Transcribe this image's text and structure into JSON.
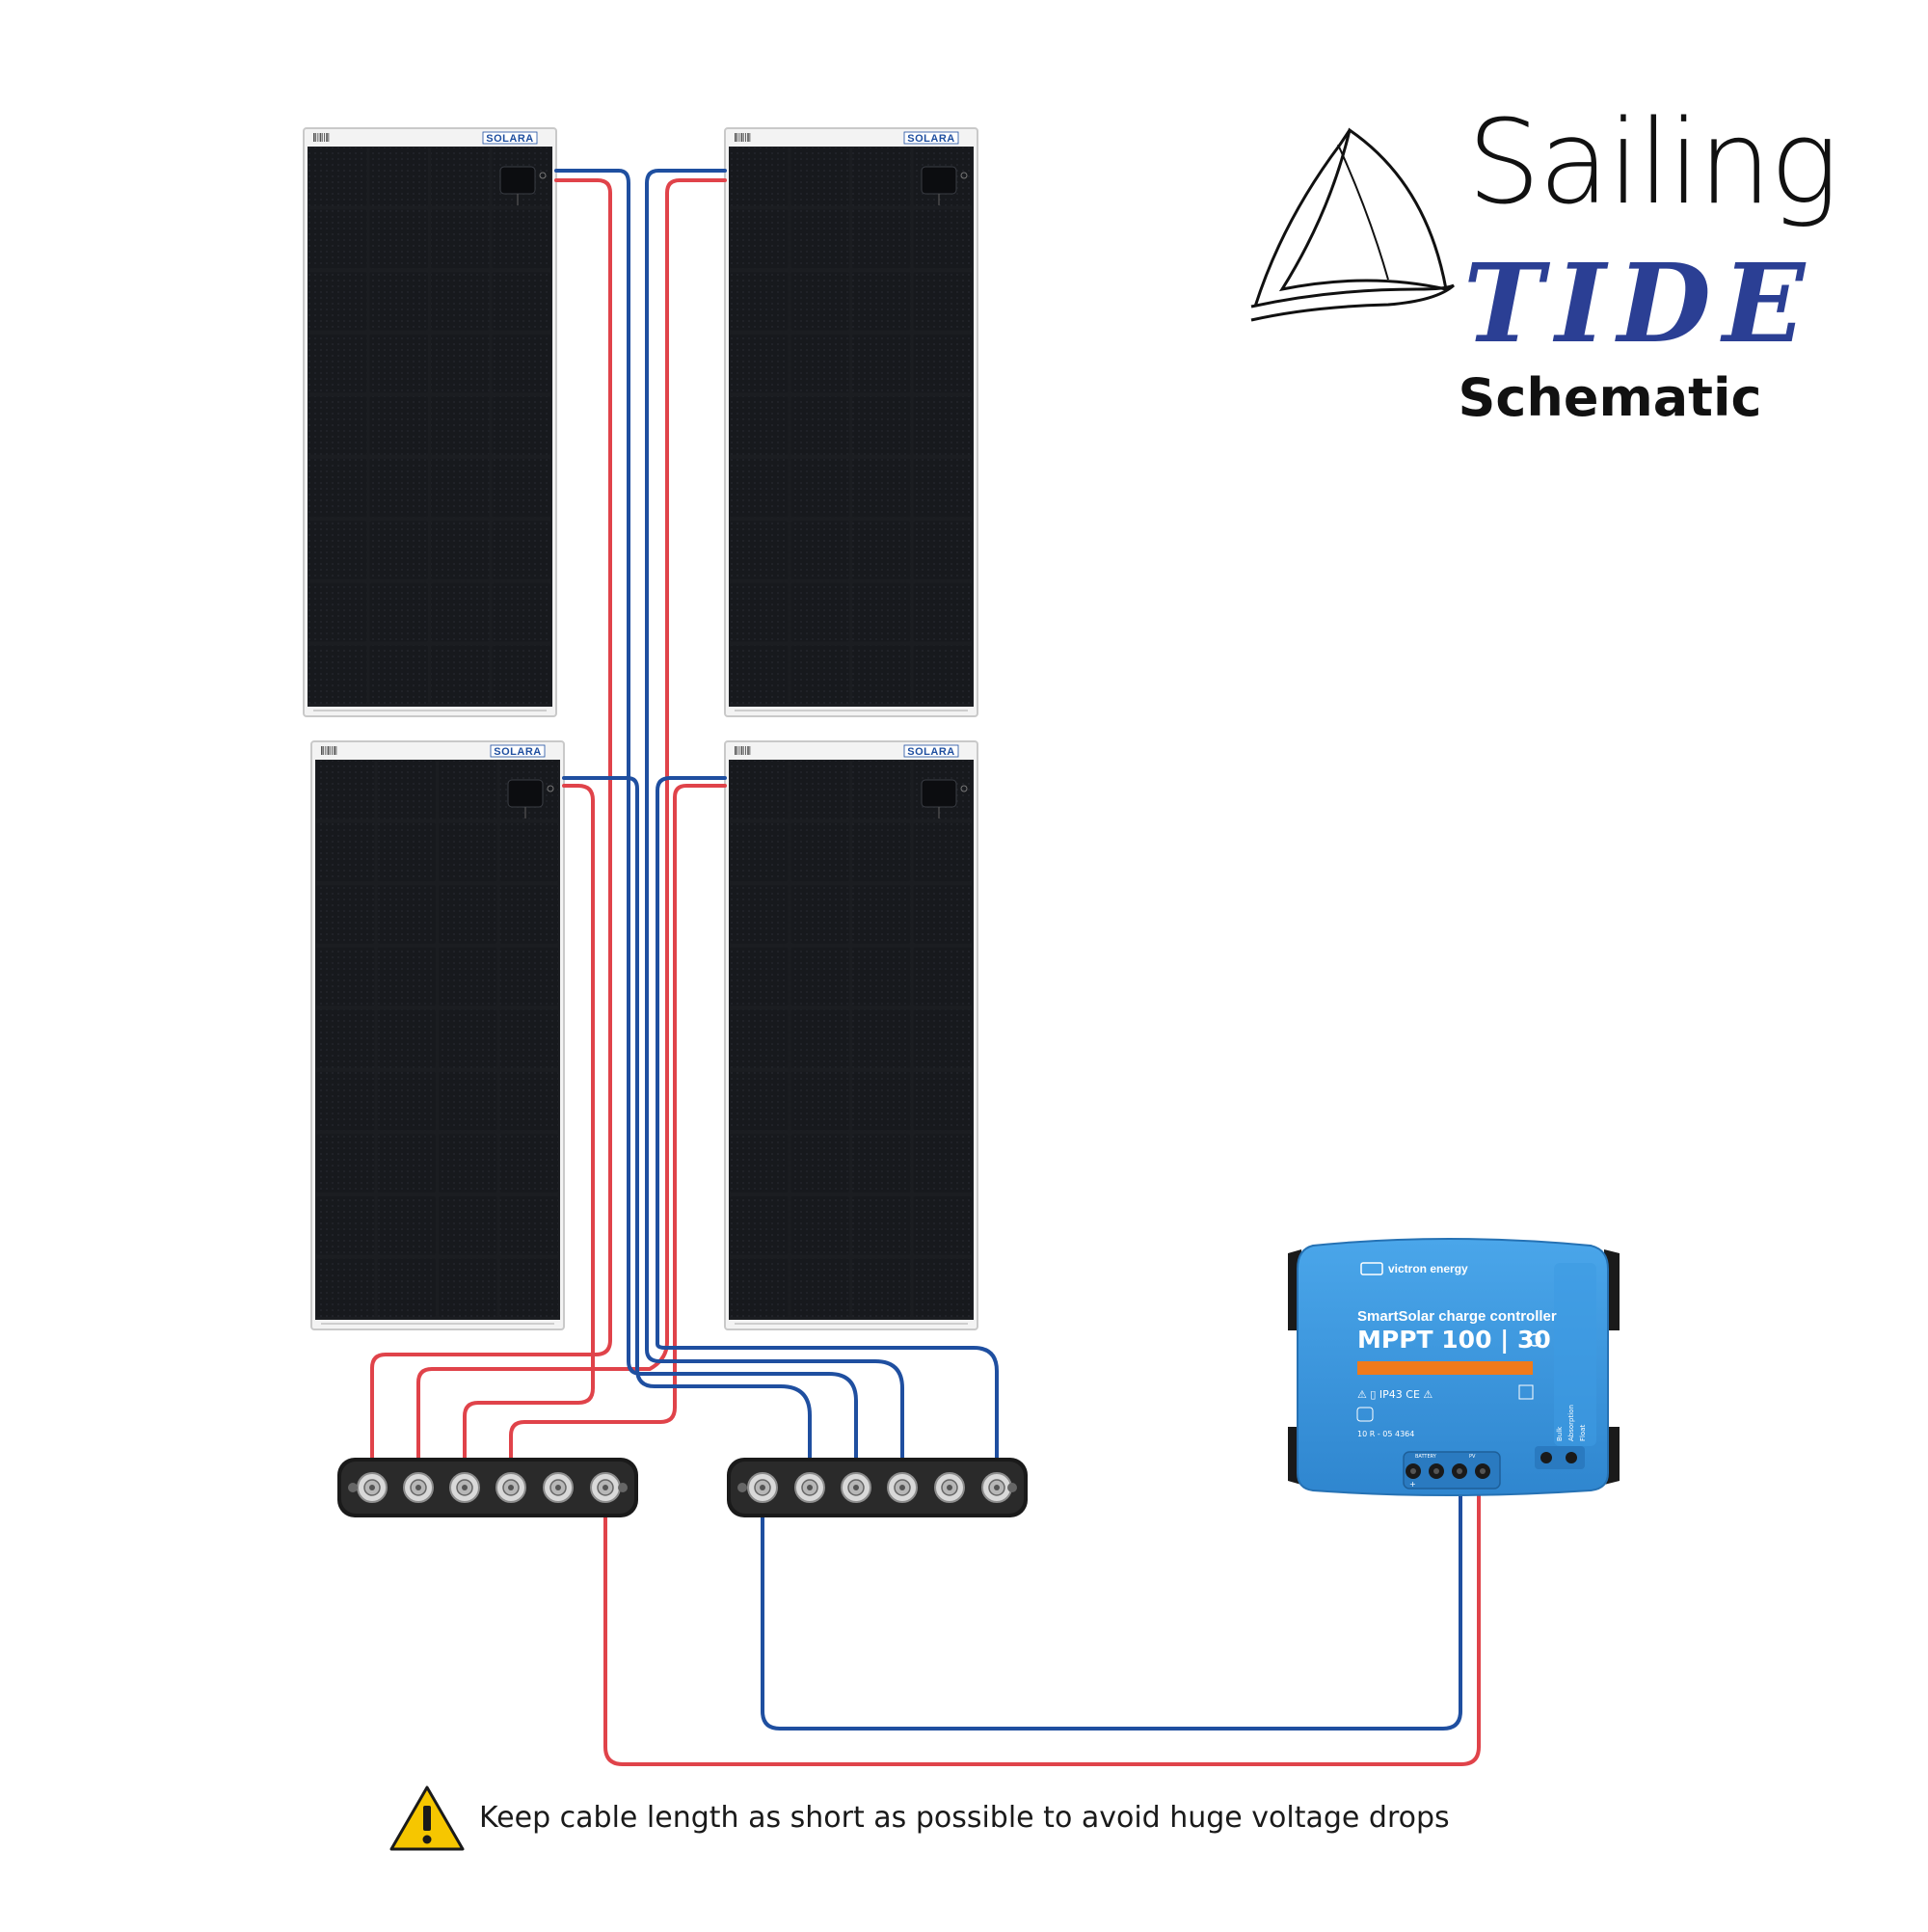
{
  "logo": {
    "word1": "Sailing",
    "word2": "TIDE",
    "brand_color": "#2b3f94"
  },
  "title": "Schematic",
  "panels": [
    {
      "brand": "SOLARA"
    },
    {
      "brand": "SOLARA"
    },
    {
      "brand": "SOLARA"
    },
    {
      "brand": "SOLARA"
    }
  ],
  "controller": {
    "brand": "victron energy",
    "model_line": "SmartSolar charge controller",
    "model": "MPPT 100 | 30",
    "ip_rating": "IP43",
    "serial": "10 R - 05 4364",
    "terminal_label_battery": "BATTERY",
    "terminal_label_pv": "PV",
    "status_labels": [
      "Bulk",
      "Absorption",
      "Float"
    ]
  },
  "wiring": {
    "positive_color": "#e0434a",
    "negative_color": "#1f4fa0"
  },
  "warning": {
    "icon": "warning-triangle-icon",
    "text": "Keep cable length as short as possible to avoid huge voltage drops"
  }
}
